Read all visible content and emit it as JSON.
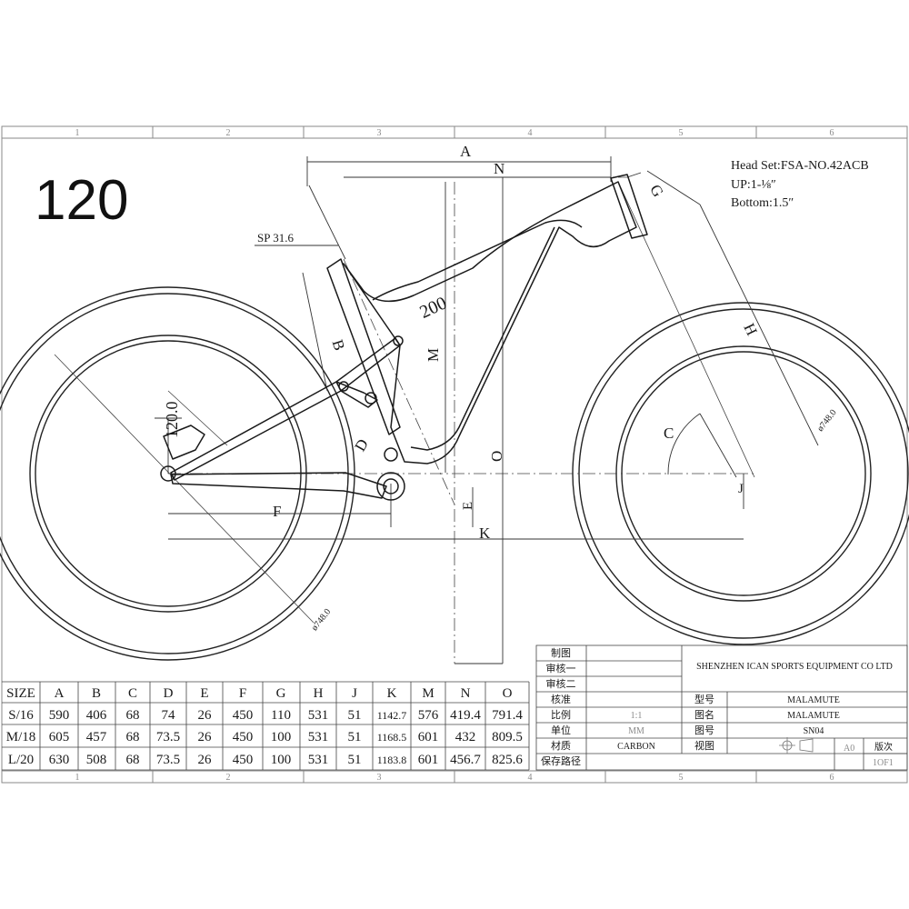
{
  "drawing": {
    "travel_label": "120",
    "head_set": "Head Set:FSA-NO.42ACB",
    "up": "UP:1-⅛″",
    "bottom": "Bottom:1.5″",
    "seatpost": "SP 31.6",
    "top_tube_label": "200",
    "rear_travel": "120.0",
    "wheel_dia_rear": "ø748.0",
    "wheel_dia_front": "ø748.0",
    "dim_letters": {
      "A": "A",
      "N": "N",
      "G": "G",
      "H": "H",
      "B": "B",
      "M": "M",
      "C": "C",
      "D": "D",
      "F": "F",
      "E": "E",
      "O": "O",
      "J": "J",
      "K": "K"
    },
    "zone_numbers": [
      "1",
      "2",
      "3",
      "4",
      "5",
      "6"
    ]
  },
  "title_block": {
    "company": "SHENZHEN ICAN SPORTS EQUIPMENT CO LTD",
    "rows": [
      {
        "label": "制图",
        "value": ""
      },
      {
        "label": "审核一",
        "value": ""
      },
      {
        "label": "审核二",
        "value": ""
      },
      {
        "label": "核准",
        "value": "",
        "right_label": "型号",
        "right_value": "MALAMUTE"
      },
      {
        "label": "比例",
        "value": "1:1",
        "right_label": "图名",
        "right_value": "MALAMUTE"
      },
      {
        "label": "单位",
        "value": "MM",
        "right_label": "图号",
        "right_value": "SN04"
      },
      {
        "label": "材质",
        "value": "CARBON",
        "right_label": "视图",
        "right_value": ""
      },
      {
        "label": "保存路径",
        "value": "",
        "right_label": "",
        "right_value": ""
      }
    ],
    "sheet_size": "A0",
    "version_label": "版次",
    "sheet_count": "1OF1"
  },
  "geometry_table": {
    "headers": [
      "SIZE",
      "A",
      "B",
      "C",
      "D",
      "E",
      "F",
      "G",
      "H",
      "J",
      "K",
      "M",
      "N",
      "O"
    ],
    "rows": [
      [
        "S/16",
        "590",
        "406",
        "68",
        "74",
        "26",
        "450",
        "110",
        "531",
        "51",
        "1142.7",
        "576",
        "419.4",
        "791.4"
      ],
      [
        "M/18",
        "605",
        "457",
        "68",
        "73.5",
        "26",
        "450",
        "100",
        "531",
        "51",
        "1168.5",
        "601",
        "432",
        "809.5"
      ],
      [
        "L/20",
        "630",
        "508",
        "68",
        "73.5",
        "26",
        "450",
        "100",
        "531",
        "51",
        "1183.8",
        "601",
        "456.7",
        "825.6"
      ]
    ]
  }
}
